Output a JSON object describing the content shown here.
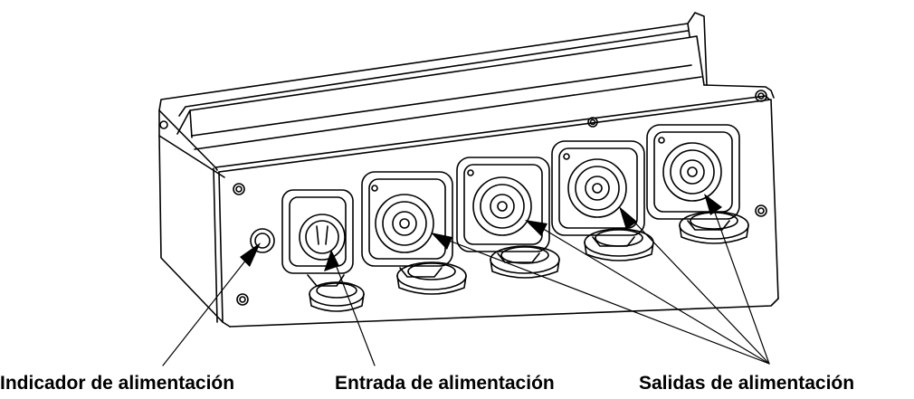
{
  "labels": {
    "indicator": "Indicador de alimentación",
    "input": "Entrada de alimentación",
    "outputs": "Salidas de alimentación"
  }
}
